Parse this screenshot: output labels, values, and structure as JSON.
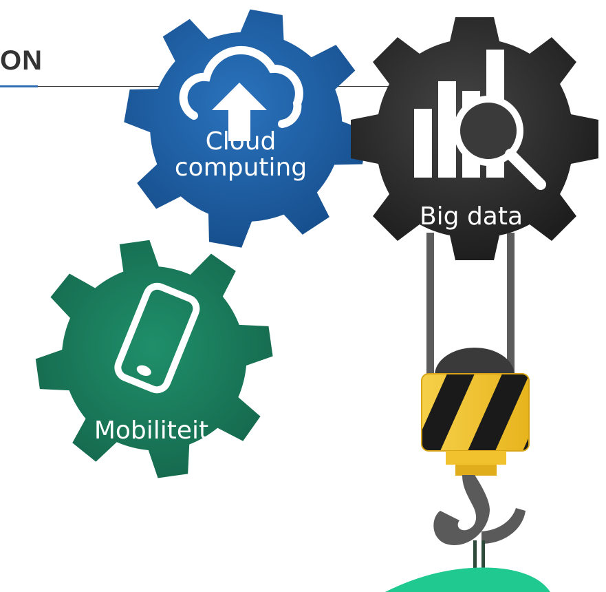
{
  "heading": {
    "text": "ON"
  },
  "gears": {
    "cloud": {
      "line1": "Cloud",
      "line2": "computing",
      "color": "#1f5fa3",
      "icon": "cloud-upload-icon"
    },
    "bigdata": {
      "label": "Big data",
      "color": "#2b2b2b",
      "icon": "bar-chart-magnifier-icon"
    },
    "mobility": {
      "label": "Mobiliteit",
      "color": "#1a7a5a",
      "icon": "smartphone-icon"
    }
  },
  "crane_hook": {
    "stripe_colors": [
      "#f2c12e",
      "#1a1a1a"
    ],
    "hook_color": "#5a5a5a"
  },
  "accent_shape_color": "#1fc98f"
}
